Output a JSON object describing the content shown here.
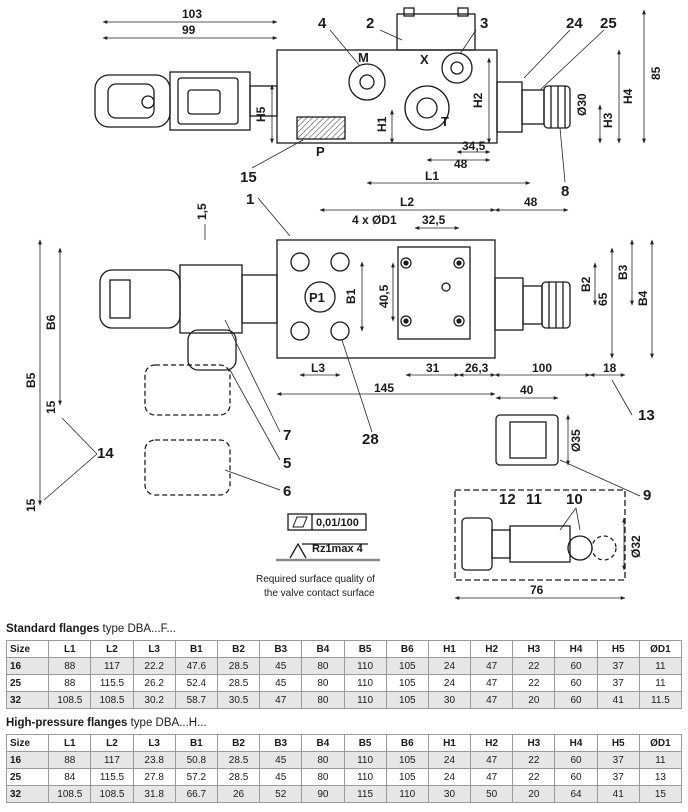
{
  "views": {
    "side": {
      "dims": {
        "d103": "103",
        "d99": "99",
        "d85": "85",
        "h5": "H5",
        "h1": "H1",
        "h2": "H2",
        "h3": "H3",
        "h4": "H4",
        "d30": "Ø30",
        "d34_5": "34,5",
        "d48": "48",
        "l1": "L1"
      },
      "ports": {
        "m": "M",
        "x": "X",
        "t": "T",
        "p": "P"
      }
    },
    "top": {
      "dims": {
        "d1_5": "1,5",
        "l2": "L2",
        "d48": "48",
        "holes": "4 x ØD1",
        "d32_5": "32,5",
        "b1": "B1",
        "d40_5": "40,5",
        "b2": "B2",
        "d65": "65",
        "b3": "B3",
        "b4": "B4",
        "b5": "B5",
        "b6": "B6",
        "d15a": "15",
        "d15b": "15",
        "l3": "L3",
        "d145": "145",
        "d31": "31",
        "d26_3": "26,3",
        "d100": "100",
        "d18": "18",
        "d40": "40",
        "d35": "Ø35",
        "d32": "Ø32",
        "d76": "76"
      },
      "ports": {
        "p1": "P1"
      }
    },
    "callouts": [
      "1",
      "2",
      "3",
      "4",
      "5",
      "6",
      "7",
      "8",
      "9",
      "10",
      "11",
      "12",
      "13",
      "14",
      "15",
      "24",
      "25",
      "28"
    ],
    "surface": {
      "flatness": "0,01/100",
      "roughness": "Rz1max  4",
      "caption_line1": "Required surface quality of",
      "caption_line2": "the valve contact surface"
    }
  },
  "tables": [
    {
      "title_bold": "Standard flanges",
      "title_rest": " type DBA...F...",
      "columns": [
        "Size",
        "L1",
        "L2",
        "L3",
        "B1",
        "B2",
        "B3",
        "B4",
        "B5",
        "B6",
        "H1",
        "H2",
        "H3",
        "H4",
        "H5",
        "ØD1"
      ],
      "rows": [
        [
          "16",
          "88",
          "117",
          "22.2",
          "47.6",
          "28.5",
          "45",
          "80",
          "110",
          "105",
          "24",
          "47",
          "22",
          "60",
          "37",
          "11"
        ],
        [
          "25",
          "88",
          "115.5",
          "26.2",
          "52.4",
          "28.5",
          "45",
          "80",
          "110",
          "105",
          "24",
          "47",
          "22",
          "60",
          "37",
          "11"
        ],
        [
          "32",
          "108.5",
          "108.5",
          "30.2",
          "58.7",
          "30.5",
          "47",
          "80",
          "110",
          "105",
          "30",
          "47",
          "20",
          "60",
          "41",
          "11.5"
        ]
      ]
    },
    {
      "title_bold": "High-pressure flanges",
      "title_rest": " type DBA...H...",
      "columns": [
        "Size",
        "L1",
        "L2",
        "L3",
        "B1",
        "B2",
        "B3",
        "B4",
        "B5",
        "B6",
        "H1",
        "H2",
        "H3",
        "H4",
        "H5",
        "ØD1"
      ],
      "rows": [
        [
          "16",
          "88",
          "117",
          "23.8",
          "50.8",
          "28.5",
          "45",
          "80",
          "110",
          "105",
          "24",
          "47",
          "22",
          "60",
          "37",
          "11"
        ],
        [
          "25",
          "84",
          "115.5",
          "27.8",
          "57.2",
          "28.5",
          "45",
          "80",
          "110",
          "105",
          "24",
          "47",
          "22",
          "60",
          "37",
          "13"
        ],
        [
          "32",
          "108.5",
          "108.5",
          "31.8",
          "66.7",
          "26",
          "52",
          "90",
          "115",
          "110",
          "30",
          "50",
          "20",
          "64",
          "41",
          "15"
        ]
      ]
    }
  ]
}
